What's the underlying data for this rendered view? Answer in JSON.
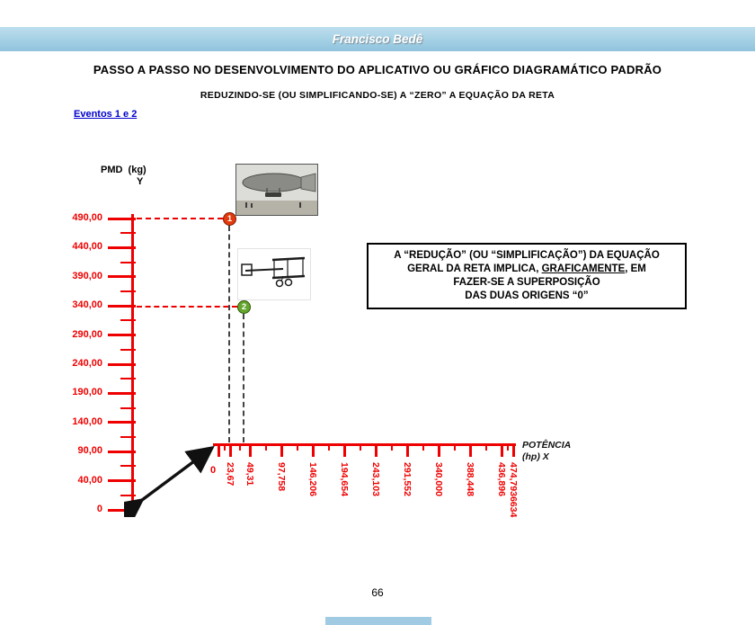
{
  "header": {
    "author_name": "Francisco Bedê"
  },
  "title": "PASSO A PASSO NO DESENVOLVIMENTO DO APLICATIVO OU GRÁFICO DIAGRAMÁTICO PADRÃO",
  "subtitle": "REDUZINDO-SE (OU SIMPLIFICANDO-SE) A “ZERO” A EQUAÇÃO DA RETA",
  "events_link": "Eventos 1 e 2",
  "axis_labels": {
    "y_line1": "PMD  (kg)",
    "y_line2": "Y",
    "x_line1": "POTÊNCIA",
    "x_line2": "(hp) X"
  },
  "note_box": {
    "line1": "A “REDUÇÃO” (OU “SIMPLIFICAÇÃO”) DA EQUAÇÃO",
    "line2_pre": "GERAL DA RETA IMPLICA, ",
    "line2_underline": "GRAFICAMENTE",
    "line2_post": ", EM",
    "line3": "FAZER-SE A SUPERPOSIÇÃO",
    "line4": "DAS DUAS ORIGENS “0”"
  },
  "chart_data": {
    "type": "scatter",
    "title": "",
    "xlabel": "POTÊNCIA (hp) X",
    "ylabel": "PMD (kg) Y",
    "xlim": [
      0,
      474.7936634
    ],
    "ylim": [
      0,
      490
    ],
    "y_ticks": [
      "490,00",
      "440,00",
      "390,00",
      "340,00",
      "290,00",
      "240,00",
      "190,00",
      "140,00",
      "90,00",
      "40,00",
      "0"
    ],
    "x_ticks": [
      "0",
      "23,67",
      "49,31",
      "97,758",
      "146,206",
      "194,654",
      "243,103",
      "291,552",
      "340,000",
      "388,448",
      "436,896",
      "474,7936634"
    ],
    "points": [
      {
        "label": "1",
        "x": 23.67,
        "y": 490,
        "marker_color": "#e23a0c"
      },
      {
        "label": "2",
        "x": 49.31,
        "y": 340,
        "marker_color": "#63a52d"
      }
    ],
    "grid": false,
    "legend": false
  },
  "colors": {
    "axis_red": "#ee0000",
    "link_blue": "#0000cc",
    "header_blue": "#a0cbe2"
  },
  "page_number": "66"
}
